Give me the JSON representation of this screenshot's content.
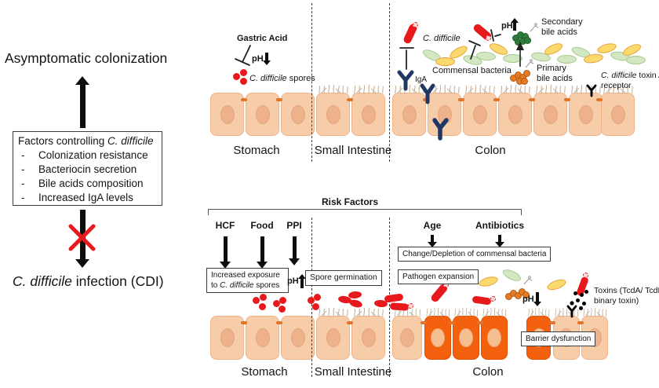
{
  "left_panel": {
    "top_label": "Asymptomatic colonization",
    "factors_box": {
      "title_prefix": "Factors controlling ",
      "title_italic": "C. difficile",
      "items": [
        "Colonization resistance",
        "Bacteriocin secretion",
        "Bile acids composition",
        "Increased IgA levels"
      ]
    },
    "bottom_label_italic": "C. difficile",
    "bottom_label_rest": " infection (CDI)"
  },
  "top_diagram": {
    "gastric_acid_label": "Gastric Acid",
    "ph_label": "pH",
    "spores_label_italic": "C. difficile",
    "spores_label_rest": " spores",
    "cdifficile_label": "C. difficile",
    "iga_label": "IgA",
    "commensal_label": "Commensal bacteria",
    "secondary_bile_label": "Secondary bile acids",
    "primary_bile_label": "Primary bile acids",
    "toxin_receptor_italic": "C. difficile",
    "toxin_receptor_rest": " toxin A receptor",
    "organ_labels": {
      "stomach": "Stomach",
      "small_intestine": "Small Intestine",
      "colon": "Colon"
    }
  },
  "bottom_diagram": {
    "risk_factors_title": "Risk Factors",
    "factors": {
      "hcf": "HCF",
      "food": "Food",
      "ppi": "PPI",
      "age": "Age",
      "antibiotics": "Antibiotics"
    },
    "exposure_box_prefix": "Increased exposure to ",
    "exposure_box_italic": "C. difficile",
    "exposure_box_suffix": " spores",
    "ph_label": "pH",
    "germination_box": "Spore germination",
    "change_box": "Change/Depletion of commensal bacteria",
    "pathogen_box": "Pathogen expansion",
    "toxins_label": "Toxins (TcdA/ TcdB/ binary toxin)",
    "barrier_box": "Barrier dysfunction",
    "organ_labels": {
      "stomach": "Stomach",
      "small_intestine": "Small Intestine",
      "colon": "Colon"
    }
  },
  "colors": {
    "spore_red": "#e8191c",
    "iga_navy": "#1f3864",
    "cell_peach": "#f7cda9",
    "cell_orange": "#f4610e",
    "commensal_green": "#d2e7c2",
    "commensal_yellow": "#fbd96d",
    "secondary_bile_green": "#2f7d3b",
    "primary_bile_orange": "#e87a22"
  }
}
